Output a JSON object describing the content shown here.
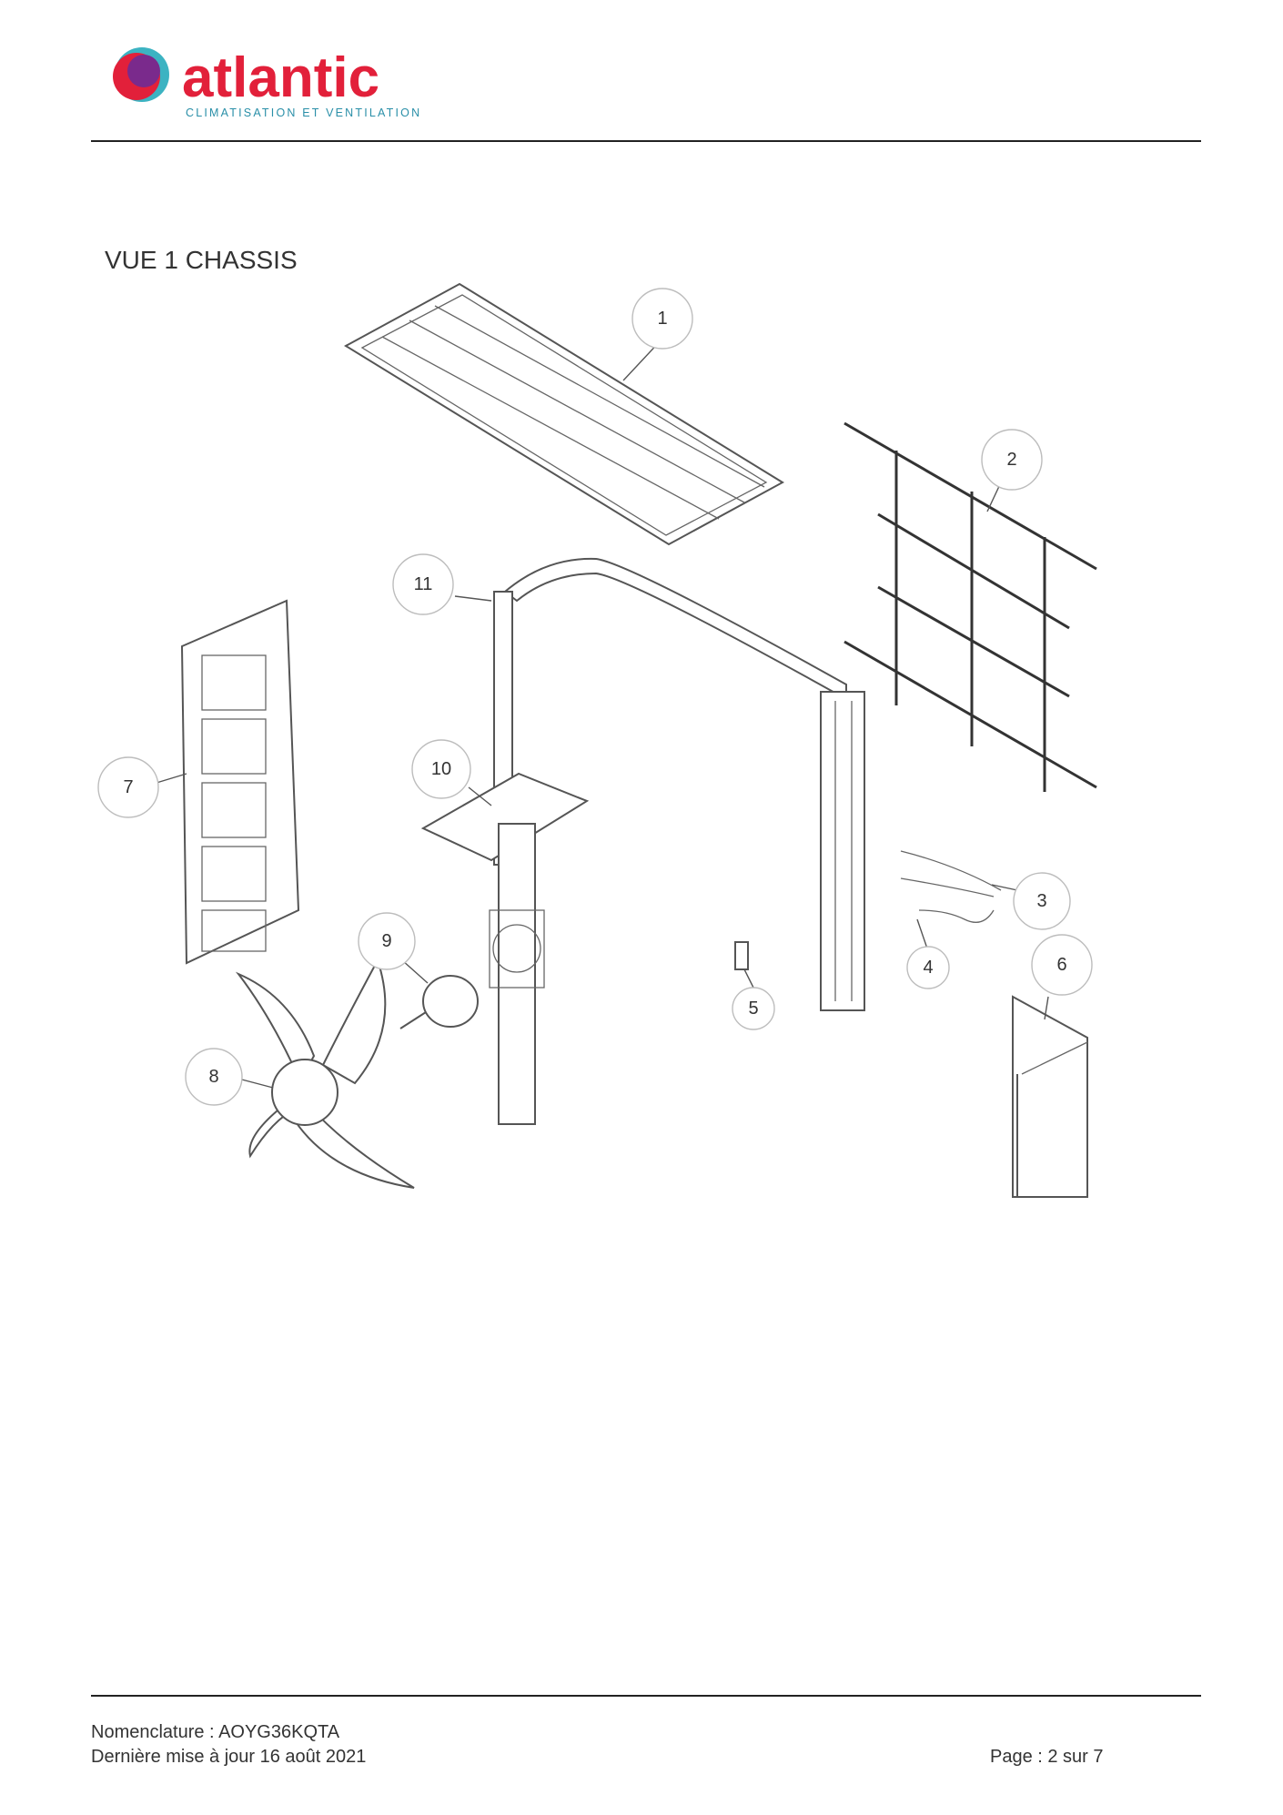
{
  "brand": {
    "name": "atlantic",
    "tagline": "CLIMATISATION ET VENTILATION",
    "colors": {
      "primary": "#e2203a",
      "accent_purple": "#7a2a8c",
      "accent_teal": "#1aa6b7",
      "tagline": "#2a8fa8"
    }
  },
  "view_title": "VUE 1 CHASSIS",
  "callouts": [
    {
      "num": "1",
      "part": "top-panel"
    },
    {
      "num": "2",
      "part": "rear-grille"
    },
    {
      "num": "3",
      "part": "sensor-wire"
    },
    {
      "num": "4",
      "part": "sensor-wire"
    },
    {
      "num": "5",
      "part": "clip"
    },
    {
      "num": "6",
      "part": "corner-panel"
    },
    {
      "num": "7",
      "part": "side-panel"
    },
    {
      "num": "8",
      "part": "fan-blade"
    },
    {
      "num": "9",
      "part": "fan-motor"
    },
    {
      "num": "10",
      "part": "motor-support-plate"
    },
    {
      "num": "11",
      "part": "heat-exchanger"
    }
  ],
  "footer": {
    "nomenclature": "Nomenclature : AOYG36KQTA",
    "updated": "Dernière mise à jour 16 août 2021",
    "page": "Page : 2 sur 7"
  }
}
